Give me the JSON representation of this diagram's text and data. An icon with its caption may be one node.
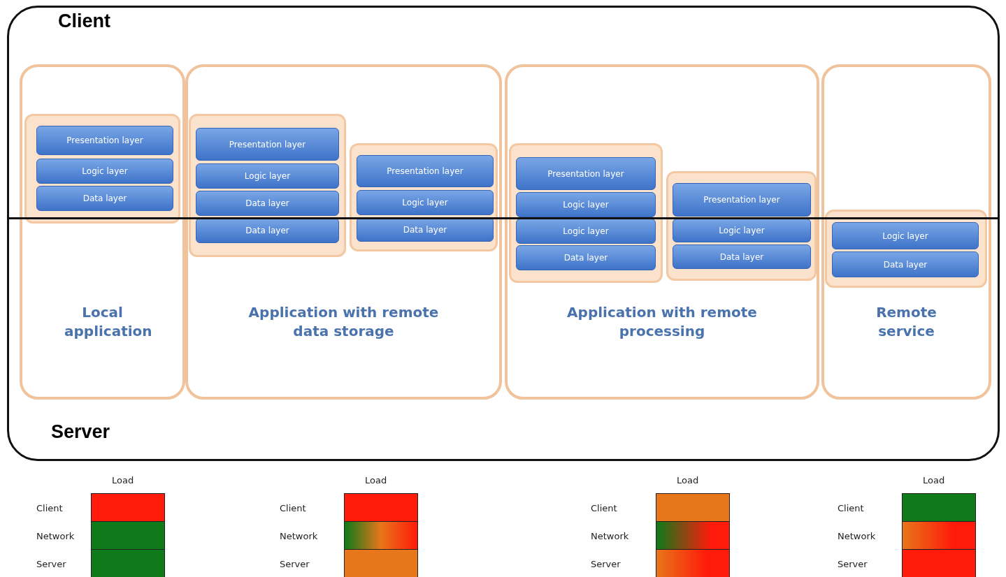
{
  "diagram": {
    "nodes": [
      {
        "text": [
          "Client",
          "Server"
        ]
      },
      {
        "text": [
          "Local application"
        ],
        "in": 0
      },
      {
        "text": [],
        "shape": "box",
        "in": 1
      },
      {
        "text": [
          "Presentation layer"
        ],
        "in": 2
      },
      {
        "text": [
          "Logic layer"
        ],
        "in": 2
      },
      {
        "text": [
          "Data layer"
        ],
        "in": 2
      },
      {
        "text": [
          "Application with remote data storage"
        ],
        "in": 0
      },
      {
        "text": [],
        "shape": "box",
        "in": 6
      },
      {
        "text": [
          "Presentation layer"
        ],
        "in": 7
      },
      {
        "text": [
          "Logic layer"
        ],
        "in": 7
      },
      {
        "text": [
          "Data layer"
        ],
        "in": 7
      },
      {
        "text": [
          "Data layer"
        ],
        "in": 7
      },
      {
        "text": [],
        "shape": "box",
        "in": 6
      },
      {
        "text": [
          "Presentation layer"
        ],
        "in": 12
      },
      {
        "text": [
          "Logic layer"
        ],
        "in": 12
      },
      {
        "text": [
          "Data layer"
        ],
        "in": 12
      },
      {
        "text": [
          "Application with remote processing"
        ],
        "in": 0
      },
      {
        "text": [],
        "shape": "box",
        "in": 16
      },
      {
        "text": [
          "Presentation layer"
        ],
        "in": 17
      },
      {
        "text": [
          "Logic layer"
        ],
        "in": 17
      },
      {
        "text": [
          "Logic layer"
        ],
        "in": 17
      },
      {
        "text": [
          "Data layer"
        ],
        "in": 17
      },
      {
        "text": [],
        "shape": "box",
        "in": 16
      },
      {
        "text": [
          "Presentation layer"
        ],
        "in": 22
      },
      {
        "text": [
          "Logic layer"
        ],
        "in": 22
      },
      {
        "text": [
          "Data layer"
        ],
        "in": 22
      },
      {
        "text": [
          "Remote service"
        ],
        "in": 0
      },
      {
        "text": [],
        "shape": "box",
        "in": 26
      },
      {
        "text": [
          "Logic layer"
        ],
        "in": 27
      },
      {
        "text": [
          "Data layer"
        ],
        "in": 27
      }
    ],
    "edges": [],
    "labels": [
      "Load",
      "Client",
      "Network",
      "Server",
      "Load",
      "Client",
      "Network",
      "Server",
      "Load",
      "Client",
      "Network",
      "Server",
      "Load",
      "Client",
      "Network",
      "Server"
    ]
  }
}
